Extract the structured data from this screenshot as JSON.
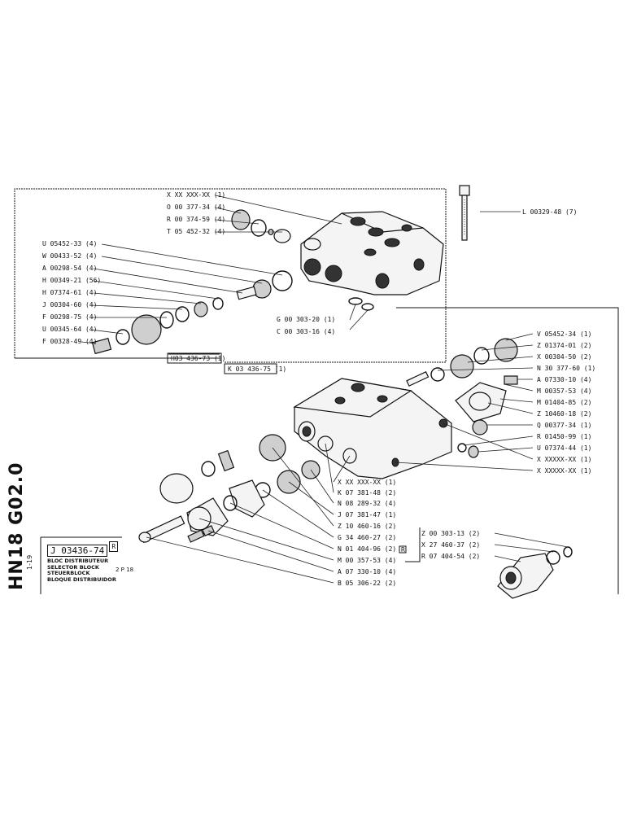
{
  "sheet": {
    "code": "HN18 G02.0",
    "page": "1-19"
  },
  "title_block": {
    "ref": "J 03436-74",
    "flag": "R",
    "quantity": "2 P 18",
    "names": [
      "BLOC DISTRIBUTEUR",
      "SELECTOR BLOCK",
      "STEUERBLOCK",
      "BLOQUE DISTRIBUIDOR"
    ]
  },
  "upper_assembly": {
    "top_labels": [
      "X XX XXX-XX (1)",
      "O 00 377-34 (4)",
      "R 00 374-59 (4)",
      "T 05 452-32 (4)"
    ],
    "left_labels": [
      "U 05452-33 (4)",
      "W 00433-52 (4)",
      "A 00298-54 (4)",
      "H 00349-21 (56)",
      "H 07374-61 (4)",
      "J 00304-60 (4)",
      "F 00298-75 (4)",
      "U 00345-64 (4)",
      "F 00328-49 (4)"
    ],
    "right_labels": [
      "G 00 303-20 (1)",
      "C 00 303-16 (4)"
    ],
    "bolt_label": "L 00329-48 (7)",
    "subassembly_label": "H03 436-73 (1)",
    "assembly_label": "K 03 436-75 (1)"
  },
  "lower_assembly": {
    "right_labels": [
      "V 05452-34 (1)",
      "Z 01374-01 (2)",
      "X 00304-50 (2)",
      "N 30 377-60 (1)",
      "A 07330-10 (4)",
      "M 00357-53 (4)",
      "M 01404-85 (2)",
      "Z 10460-18 (2)",
      "Q 00377-34 (1)",
      "R 01450-99 (1)",
      "U 07374-44 (1)",
      "X XXXXX-XX (1)",
      "X XXXXX-XX (1)"
    ],
    "bottom_labels": [
      "X XX XXX-XX (1)",
      "K 07 381-48 (2)",
      "N 08 289-32 (4)",
      "J 07 381-47 (1)",
      "Z 10 460-16 (2)",
      "G 34 460-27 (2)",
      "N 01 404-96 (2)",
      "M 00 357-53 (4)",
      "A 07 330-10 (4)",
      "B 05 306-22 (2)"
    ],
    "n01_flag": "R",
    "bracket_labels": [
      "Z 00 303-13 (2)",
      "X 27 460-37 (2)",
      "R 07 404-54 (2)"
    ]
  }
}
